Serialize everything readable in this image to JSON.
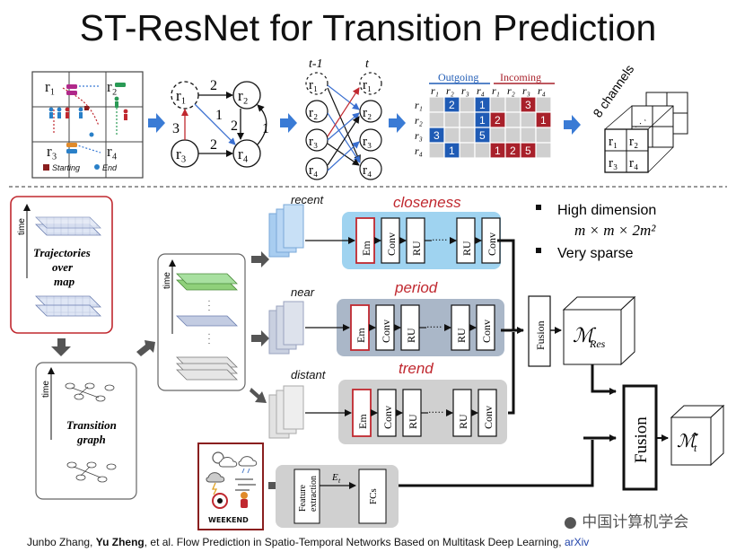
{
  "title": "ST-ResNet for Transition Prediction",
  "top_row": {
    "grid_labels": [
      "r₁",
      "r₂",
      "r₃",
      "r₄"
    ],
    "legend_start": "Starting",
    "legend_end": "End",
    "graph1": {
      "nodes": [
        "r₁",
        "r₂",
        "r₃",
        "r₄"
      ],
      "edge_weights": [
        "2",
        "1",
        "2",
        "3",
        "2",
        "1"
      ]
    },
    "graph2": {
      "time_prev": "t-1",
      "time_cur": "t",
      "nodes": [
        "r₁",
        "r₂",
        "r₃",
        "r₄"
      ]
    },
    "matrix": {
      "outgoing": "Outgoing",
      "incoming": "Incoming",
      "col_labels": [
        "r₁",
        "r₂",
        "r₃",
        "r₄",
        "r₁",
        "r₂",
        "r₃",
        "r₄"
      ],
      "row_labels": [
        "r₁",
        "r₂",
        "r₃",
        "r₄"
      ],
      "cells": [
        {
          "r": 0,
          "c": 1,
          "v": "2",
          "kind": "out"
        },
        {
          "r": 0,
          "c": 3,
          "v": "1",
          "kind": "out"
        },
        {
          "r": 0,
          "c": 6,
          "v": "3",
          "kind": "in"
        },
        {
          "r": 1,
          "c": 3,
          "v": "1",
          "kind": "out"
        },
        {
          "r": 1,
          "c": 4,
          "v": "2",
          "kind": "in"
        },
        {
          "r": 1,
          "c": 7,
          "v": "1",
          "kind": "in"
        },
        {
          "r": 2,
          "c": 0,
          "v": "3",
          "kind": "out"
        },
        {
          "r": 2,
          "c": 3,
          "v": "5",
          "kind": "out"
        },
        {
          "r": 3,
          "c": 1,
          "v": "1",
          "kind": "out"
        },
        {
          "r": 3,
          "c": 4,
          "v": "1",
          "kind": "in"
        },
        {
          "r": 3,
          "c": 5,
          "v": "2",
          "kind": "in"
        },
        {
          "r": 3,
          "c": 6,
          "v": "5",
          "kind": "in"
        }
      ]
    },
    "channels_label": "8 channels",
    "channel_grid": [
      "r₁",
      "r₂",
      "r₃",
      "r₄"
    ],
    "channel_dots": "· · ·"
  },
  "left": {
    "time": "time",
    "trajectories": [
      "Trajectories",
      "over",
      "map"
    ],
    "transition": [
      "Transition",
      "graph"
    ]
  },
  "branches": {
    "recent": "recent",
    "near": "near",
    "distant": "distant",
    "closeness": "closeness",
    "period": "period",
    "trend": "trend",
    "em": "Em",
    "conv": "Conv",
    "ru": "RU",
    "ellipsis": "·····"
  },
  "notes": {
    "item1": "High dimension",
    "formula": "m × m × 2m²",
    "item2": "Very sparse"
  },
  "fusion": "Fusion",
  "m_res": "ℳ",
  "m_res_sub": "Res",
  "m_hat": "ℳ̂",
  "m_hat_sub": "t",
  "external": {
    "feature": [
      "Feature",
      "extraction"
    ],
    "e_label": "E",
    "e_sub": "t",
    "fcs": "FCs",
    "weekend": "WEEKEND"
  },
  "footer": {
    "authors_pre": "Junbo Zhang, ",
    "authors_bold": "Yu Zheng",
    "citation": ", et al. Flow Prediction in Spatio-Temporal Networks Based on Multitask Deep Learning, ",
    "arxiv": "arXiv"
  },
  "watermark": "中国计算机学会",
  "colors": {
    "blue_cell": "#1f5bb5",
    "red_cell": "#a8202a",
    "arrow_blue": "#3a7bd5",
    "closeness_bg": "#9fd3f0",
    "period_bg": "#aab7c8",
    "trend_bg": "#cfcfcf",
    "accent_red": "#c0282f"
  }
}
